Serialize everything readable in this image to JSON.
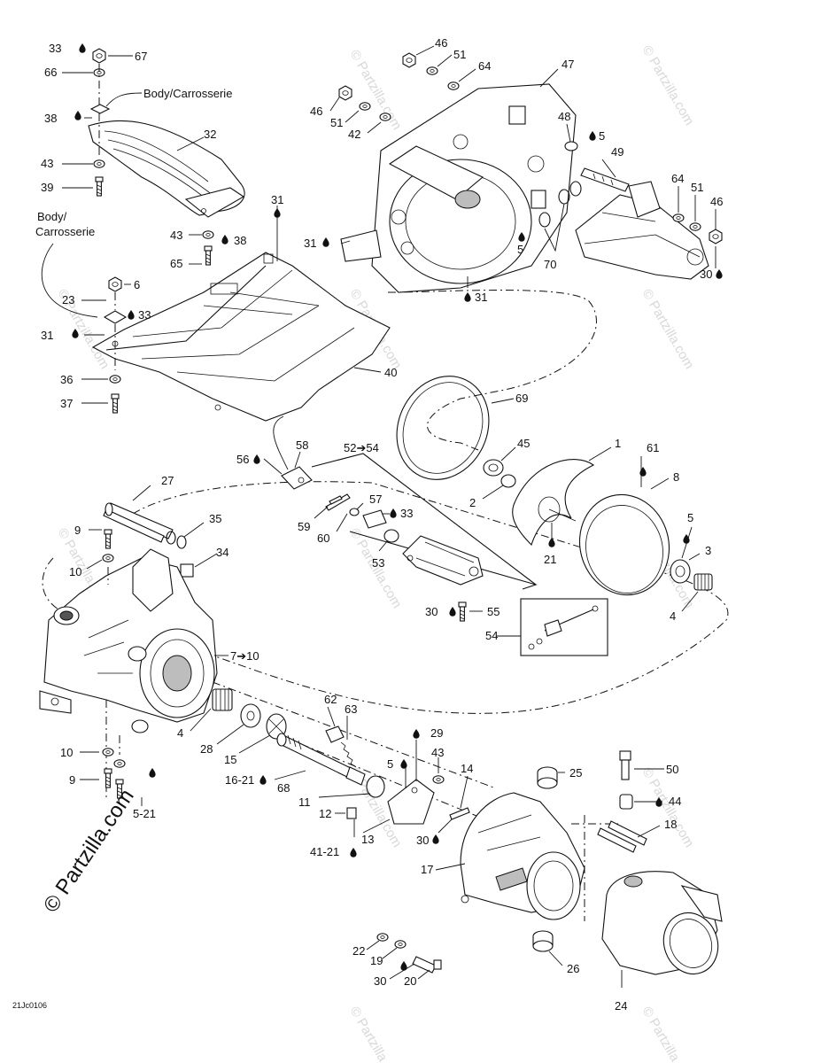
{
  "figure_code": "21Jc0106",
  "copyright": "© Partzilla.com",
  "watermark": "© Partzilla.com",
  "callouts": {
    "n33a": "33",
    "n67": "67",
    "n66": "66",
    "n38a": "38",
    "body1": "Body/Carrosserie",
    "n32": "32",
    "n43a": "43",
    "n39": "39",
    "body2a": "Body/",
    "body2b": "Carrosserie",
    "n43b": "43",
    "n38b": "38",
    "n65": "65",
    "n31a": "31",
    "n6": "6",
    "n23": "23",
    "n33b": "33",
    "n31b": "31",
    "n40": "40",
    "n36": "36",
    "n37": "37",
    "n46a": "46",
    "n51a": "51",
    "n64a": "64",
    "n47": "47",
    "n46b": "46",
    "n51b": "51",
    "n42": "42",
    "n48": "48",
    "n5a": "5",
    "n49": "49",
    "n64b": "64",
    "n51c": "51",
    "n46c": "46",
    "n31c": "31",
    "n5b": "5",
    "n70": "70",
    "n30a": "30",
    "n31d": "31",
    "n69": "69",
    "n45": "45",
    "n1": "1",
    "n61": "61",
    "n8": "8",
    "n2": "2",
    "n21a": "21",
    "n5c": "5",
    "n3": "3",
    "n4a": "4",
    "n58": "58",
    "n56": "56",
    "n52_54": "52➔54",
    "n27": "27",
    "n57": "57",
    "n33c": "33",
    "n59": "59",
    "n60": "60",
    "n53": "53",
    "n35": "35",
    "n9a": "9",
    "n34": "34",
    "n10a": "10",
    "n30b": "30",
    "n55": "55",
    "n54": "54",
    "n7_10": "7➔10",
    "n62": "62",
    "n63": "63",
    "n4b": "4",
    "n28": "28",
    "n15": "15",
    "n29": "29",
    "n5d": "5",
    "n43c": "43",
    "n14": "14",
    "n25": "25",
    "n50": "50",
    "n10b": "10",
    "n16_21": "16-21",
    "n68": "68",
    "n9b": "9",
    "n5_21": "5-21",
    "n11": "11",
    "n44": "44",
    "n12": "12",
    "n13": "13",
    "n30c": "30",
    "n18": "18",
    "n41_21": "41-21",
    "n17": "17",
    "n22": "22",
    "n19": "19",
    "n26": "26",
    "n30d": "30",
    "n20": "20",
    "n24": "24"
  }
}
